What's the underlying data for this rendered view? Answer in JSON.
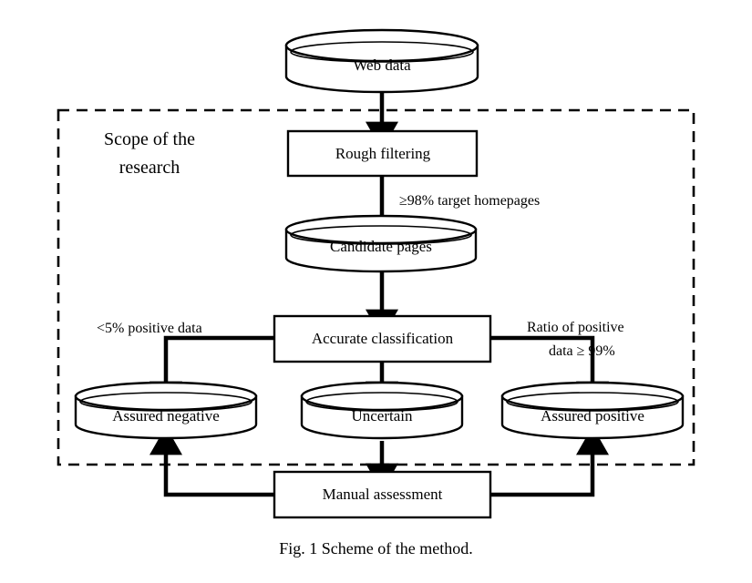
{
  "figure": {
    "caption": "Fig. 1 Scheme of the method.",
    "scope_label_line1": "Scope of the",
    "scope_label_line2": "research",
    "scope_label": "Scope of the research"
  },
  "nodes": {
    "web_data": {
      "label": "Web data",
      "shape": "cylinder"
    },
    "rough_filtering": {
      "label": "Rough filtering",
      "shape": "rectangle"
    },
    "candidate_pages": {
      "label": "Candidate pages",
      "shape": "cylinder"
    },
    "accurate_classification": {
      "label": "Accurate classification",
      "shape": "rectangle"
    },
    "assured_negative": {
      "label": "Assured negative",
      "shape": "cylinder"
    },
    "uncertain": {
      "label": "Uncertain",
      "shape": "cylinder"
    },
    "assured_positive": {
      "label": "Assured positive",
      "shape": "cylinder"
    },
    "manual_assessment": {
      "label": "Manual assessment",
      "shape": "rectangle"
    }
  },
  "edge_labels": {
    "target_homepages": "≥98% target homepages",
    "positive_data_left": "<5% positive data",
    "ratio_positive_line1": "Ratio of positive",
    "ratio_positive_line2": "data ≥ 99%"
  },
  "colors": {
    "stroke": "#000000",
    "fill": "#ffffff",
    "background": "#ffffff"
  }
}
